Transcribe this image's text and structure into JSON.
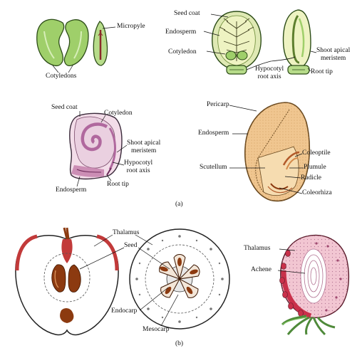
{
  "panel_a": {
    "caption": "(a)",
    "dicot_seed": {
      "cotyledons": "Cotyledons",
      "micropyle": "Micropyle"
    },
    "castor_seed": {
      "seed_coat": "Seed coat",
      "endosperm": "Endosperm",
      "cotyledon": "Cotyledon",
      "hypocotyl_line1": "Hypocotyl",
      "hypocotyl_line2": "root axis",
      "shoot_apical_line1": "Shoot apical",
      "shoot_apical_line2": "meristem",
      "root_tip": "Root tip"
    },
    "section_seed": {
      "seed_coat": "Seed coat",
      "cotyledon": "Cotyledon",
      "shoot_apical_line1": "Shoot apical",
      "shoot_apical_line2": "meristem",
      "hypocotyl_line1": "Hypocotyl",
      "hypocotyl_line2": "root axis",
      "endosperm": "Endosperm",
      "root_tip": "Root tip"
    },
    "maize_grain": {
      "pericarp": "Pericarp",
      "endosperm": "Endosperm",
      "scutellum": "Scutellum",
      "coleoptile": "Coleoptile",
      "plumule": "Plumule",
      "radicle": "Radicle",
      "coleorhiza": "Coleorhiza"
    }
  },
  "panel_b": {
    "caption": "(b)",
    "apple": {
      "thalamus": "Thalamus",
      "seed": "Seed",
      "endocarp": "Endocarp",
      "mesocarp": "Mesocarp"
    },
    "strawberry": {
      "thalamus": "Thalamus",
      "achene": "Achene"
    }
  },
  "colors": {
    "cotyledon_green": "#9fcf6a",
    "endosperm_cream": "#eef3c2",
    "maize_tan": "#f0c690",
    "embryo_purple": "#b0689e",
    "apple_red": "#c23a3a",
    "seed_brown": "#8c3a10",
    "strawberry_red": "#c9304a",
    "leaf_green": "#7bbf5c"
  }
}
